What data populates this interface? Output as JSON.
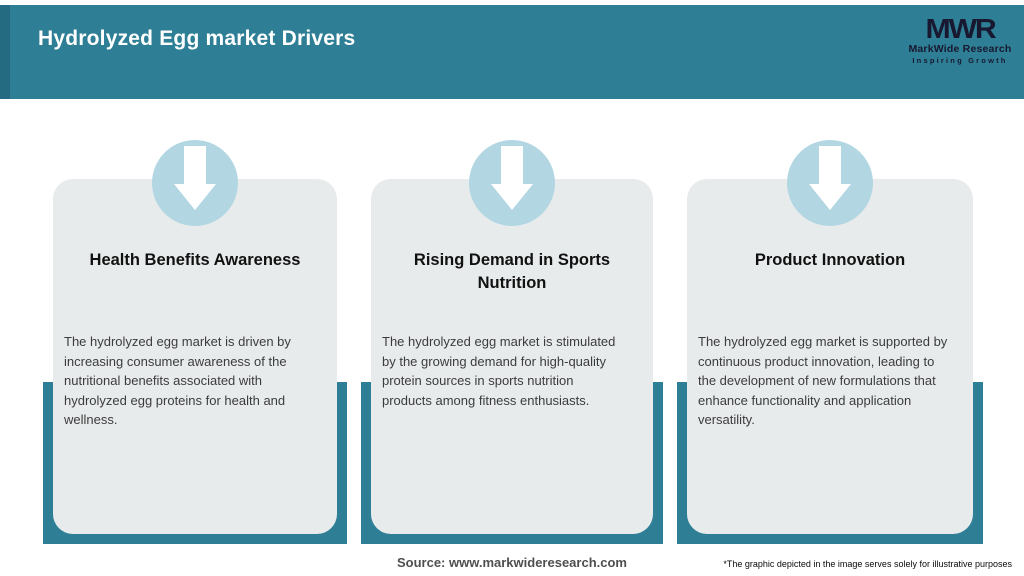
{
  "header": {
    "title": "Hydrolyzed Egg market Drivers",
    "logo": {
      "acronym": "MWR",
      "name": "MarkWide Research",
      "tagline": "Inspiring Growth"
    }
  },
  "drivers": [
    {
      "icon": "down-arrow-icon",
      "title": "Health Benefits Awareness",
      "description": "The hydrolyzed egg market is driven by\nincreasing consumer awareness of the\nnutritional benefits associated with\nhydrolyzed egg proteins for health and\nwellness."
    },
    {
      "icon": "down-arrow-icon",
      "title": "Rising Demand in Sports Nutrition",
      "description": "The hydrolyzed egg market is stimulated\nby the growing demand for high-quality\nprotein sources in sports nutrition\nproducts among fitness enthusiasts."
    },
    {
      "icon": "down-arrow-icon",
      "title": "Product Innovation",
      "description": "The hydrolyzed egg market is supported by\ncontinuous product innovation, leading to\nthe development of new formulations that\nenhance functionality and application\nversatility."
    }
  ],
  "footer": {
    "source": "Source: www.markwideresearch.com",
    "disclaimer": "*The graphic depicted in the image serves solely for illustrative purposes"
  },
  "colors": {
    "accent_teal": "#2e7f95",
    "accent_teal_dark": "#246a80",
    "card_background": "#e8ebec",
    "circle_blue": "#b2d7e3",
    "title_text": "#111111",
    "body_text": "#3c3c3c",
    "header_text": "#ffffff",
    "logo_text": "#181830"
  }
}
